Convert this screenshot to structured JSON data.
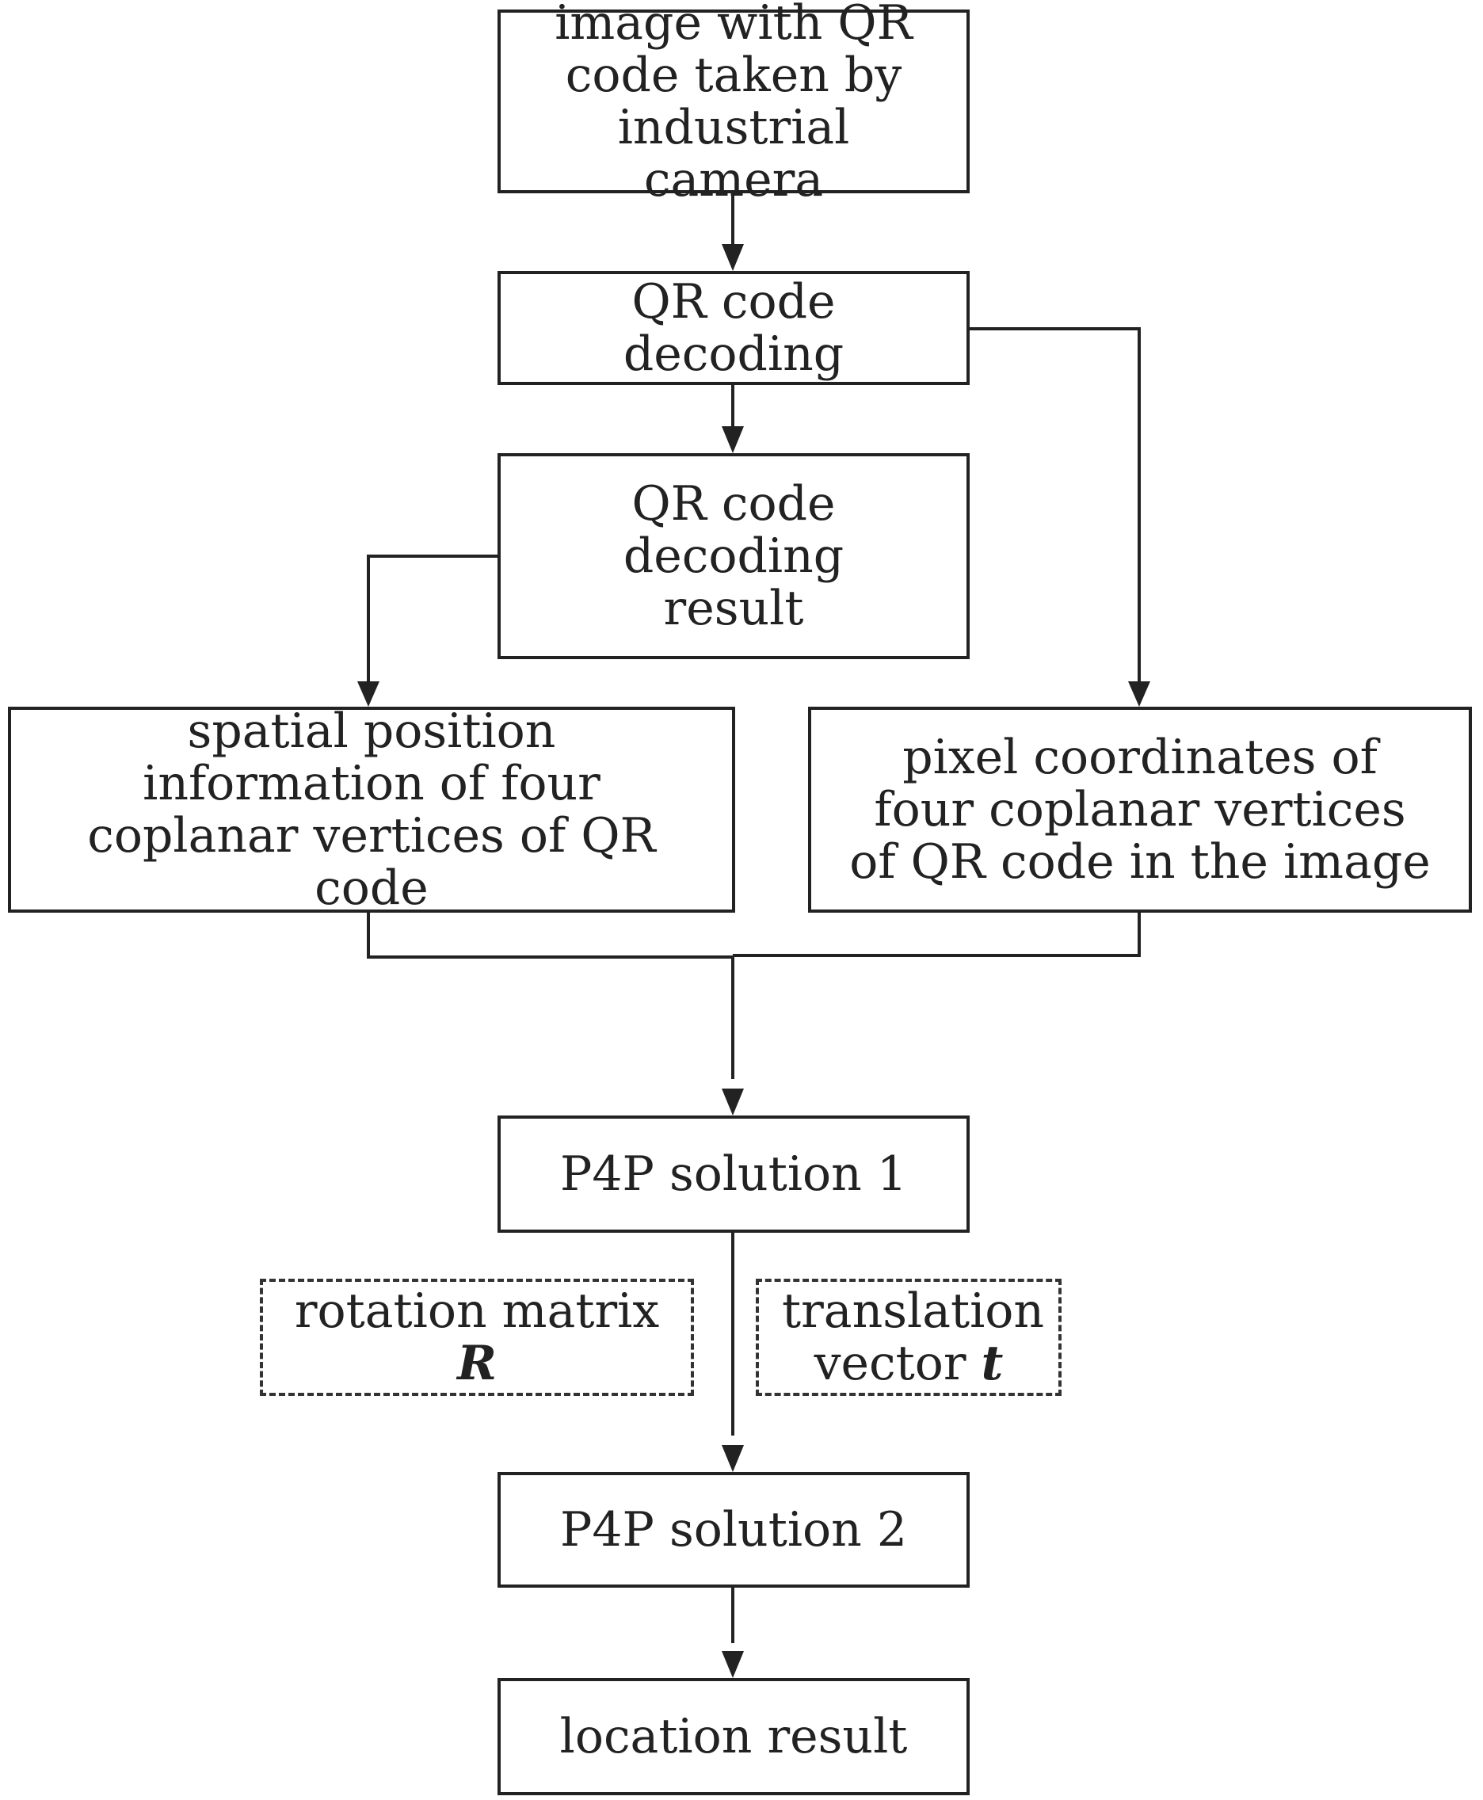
{
  "nodes": {
    "input_image": "image with QR code taken by industrial camera",
    "decoding": "QR code decoding",
    "decoding_result": "QR code decoding result",
    "spatial_position": "spatial position information of four coplanar vertices of QR code",
    "pixel_coordinates": "pixel coordinates of four coplanar vertices of QR code in the image",
    "p4p_1": "P4P solution 1",
    "rotation": "rotation matrix",
    "rotation_symbol": "R",
    "translation": "translation vector",
    "translation_symbol": "t",
    "p4p_2": "P4P solution 2",
    "location": "location result"
  },
  "edges": [
    {
      "from": "input_image",
      "to": "decoding"
    },
    {
      "from": "decoding",
      "to": "decoding_result"
    },
    {
      "from": "decoding",
      "to": "pixel_coordinates"
    },
    {
      "from": "decoding_result",
      "to": "spatial_position"
    },
    {
      "from": "spatial_position",
      "to": "p4p_1"
    },
    {
      "from": "pixel_coordinates",
      "to": "p4p_1"
    },
    {
      "from": "p4p_1",
      "to": "p4p_2"
    },
    {
      "from": "p4p_2",
      "to": "location"
    }
  ],
  "colors": {
    "line": "#222222",
    "background": "#ffffff"
  }
}
